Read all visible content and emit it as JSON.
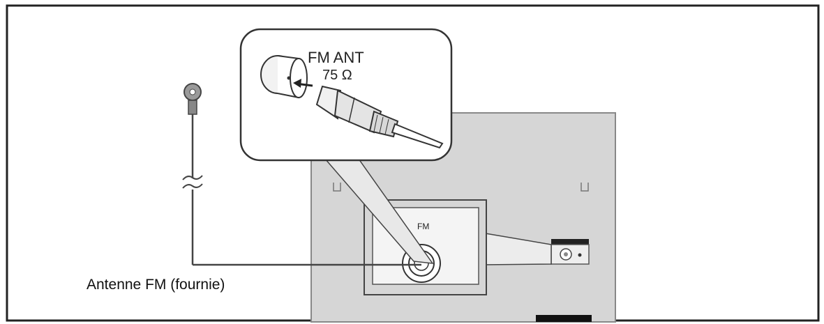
{
  "zoom_callout": {
    "title": "FM ANT",
    "subtitle": "75 Ω"
  },
  "panel_label": "FM",
  "caption": "Antenne FM (fournie)"
}
